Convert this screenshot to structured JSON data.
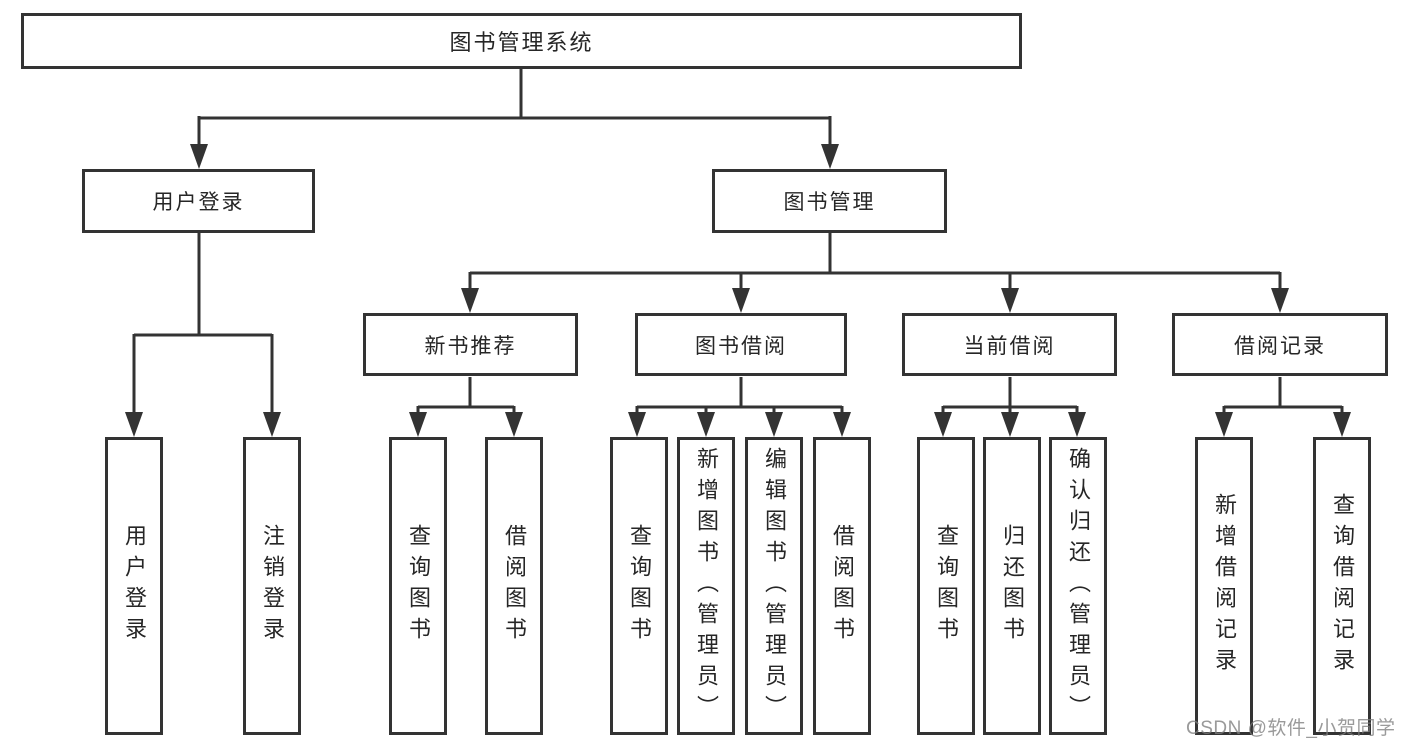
{
  "colors": {
    "line": "#333333",
    "box_border": "#333333",
    "box_background": "#ffffff",
    "text": "#262626",
    "watermark": "#9e9e9e"
  },
  "tree": {
    "root": {
      "label": "图书管理系统"
    },
    "branches": [
      {
        "label": "用户登录",
        "children": [
          {
            "label": "用户登录"
          },
          {
            "label": "注销登录"
          }
        ]
      },
      {
        "label": "图书管理",
        "children": [
          {
            "label": "新书推荐",
            "children": [
              {
                "label": "查询图书"
              },
              {
                "label": "借阅图书"
              }
            ]
          },
          {
            "label": "图书借阅",
            "children": [
              {
                "label": "查询图书"
              },
              {
                "label": "新增图书（管理员）"
              },
              {
                "label": "编辑图书（管理员）"
              },
              {
                "label": "借阅图书"
              }
            ]
          },
          {
            "label": "当前借阅",
            "children": [
              {
                "label": "查询图书"
              },
              {
                "label": "归还图书"
              },
              {
                "label": "确认归还（管理员）"
              }
            ]
          },
          {
            "label": "借阅记录",
            "children": [
              {
                "label": "新增借阅记录"
              },
              {
                "label": "查询借阅记录"
              }
            ]
          }
        ]
      }
    ]
  },
  "watermark": {
    "text": "CSDN @软件_小贺同学"
  }
}
